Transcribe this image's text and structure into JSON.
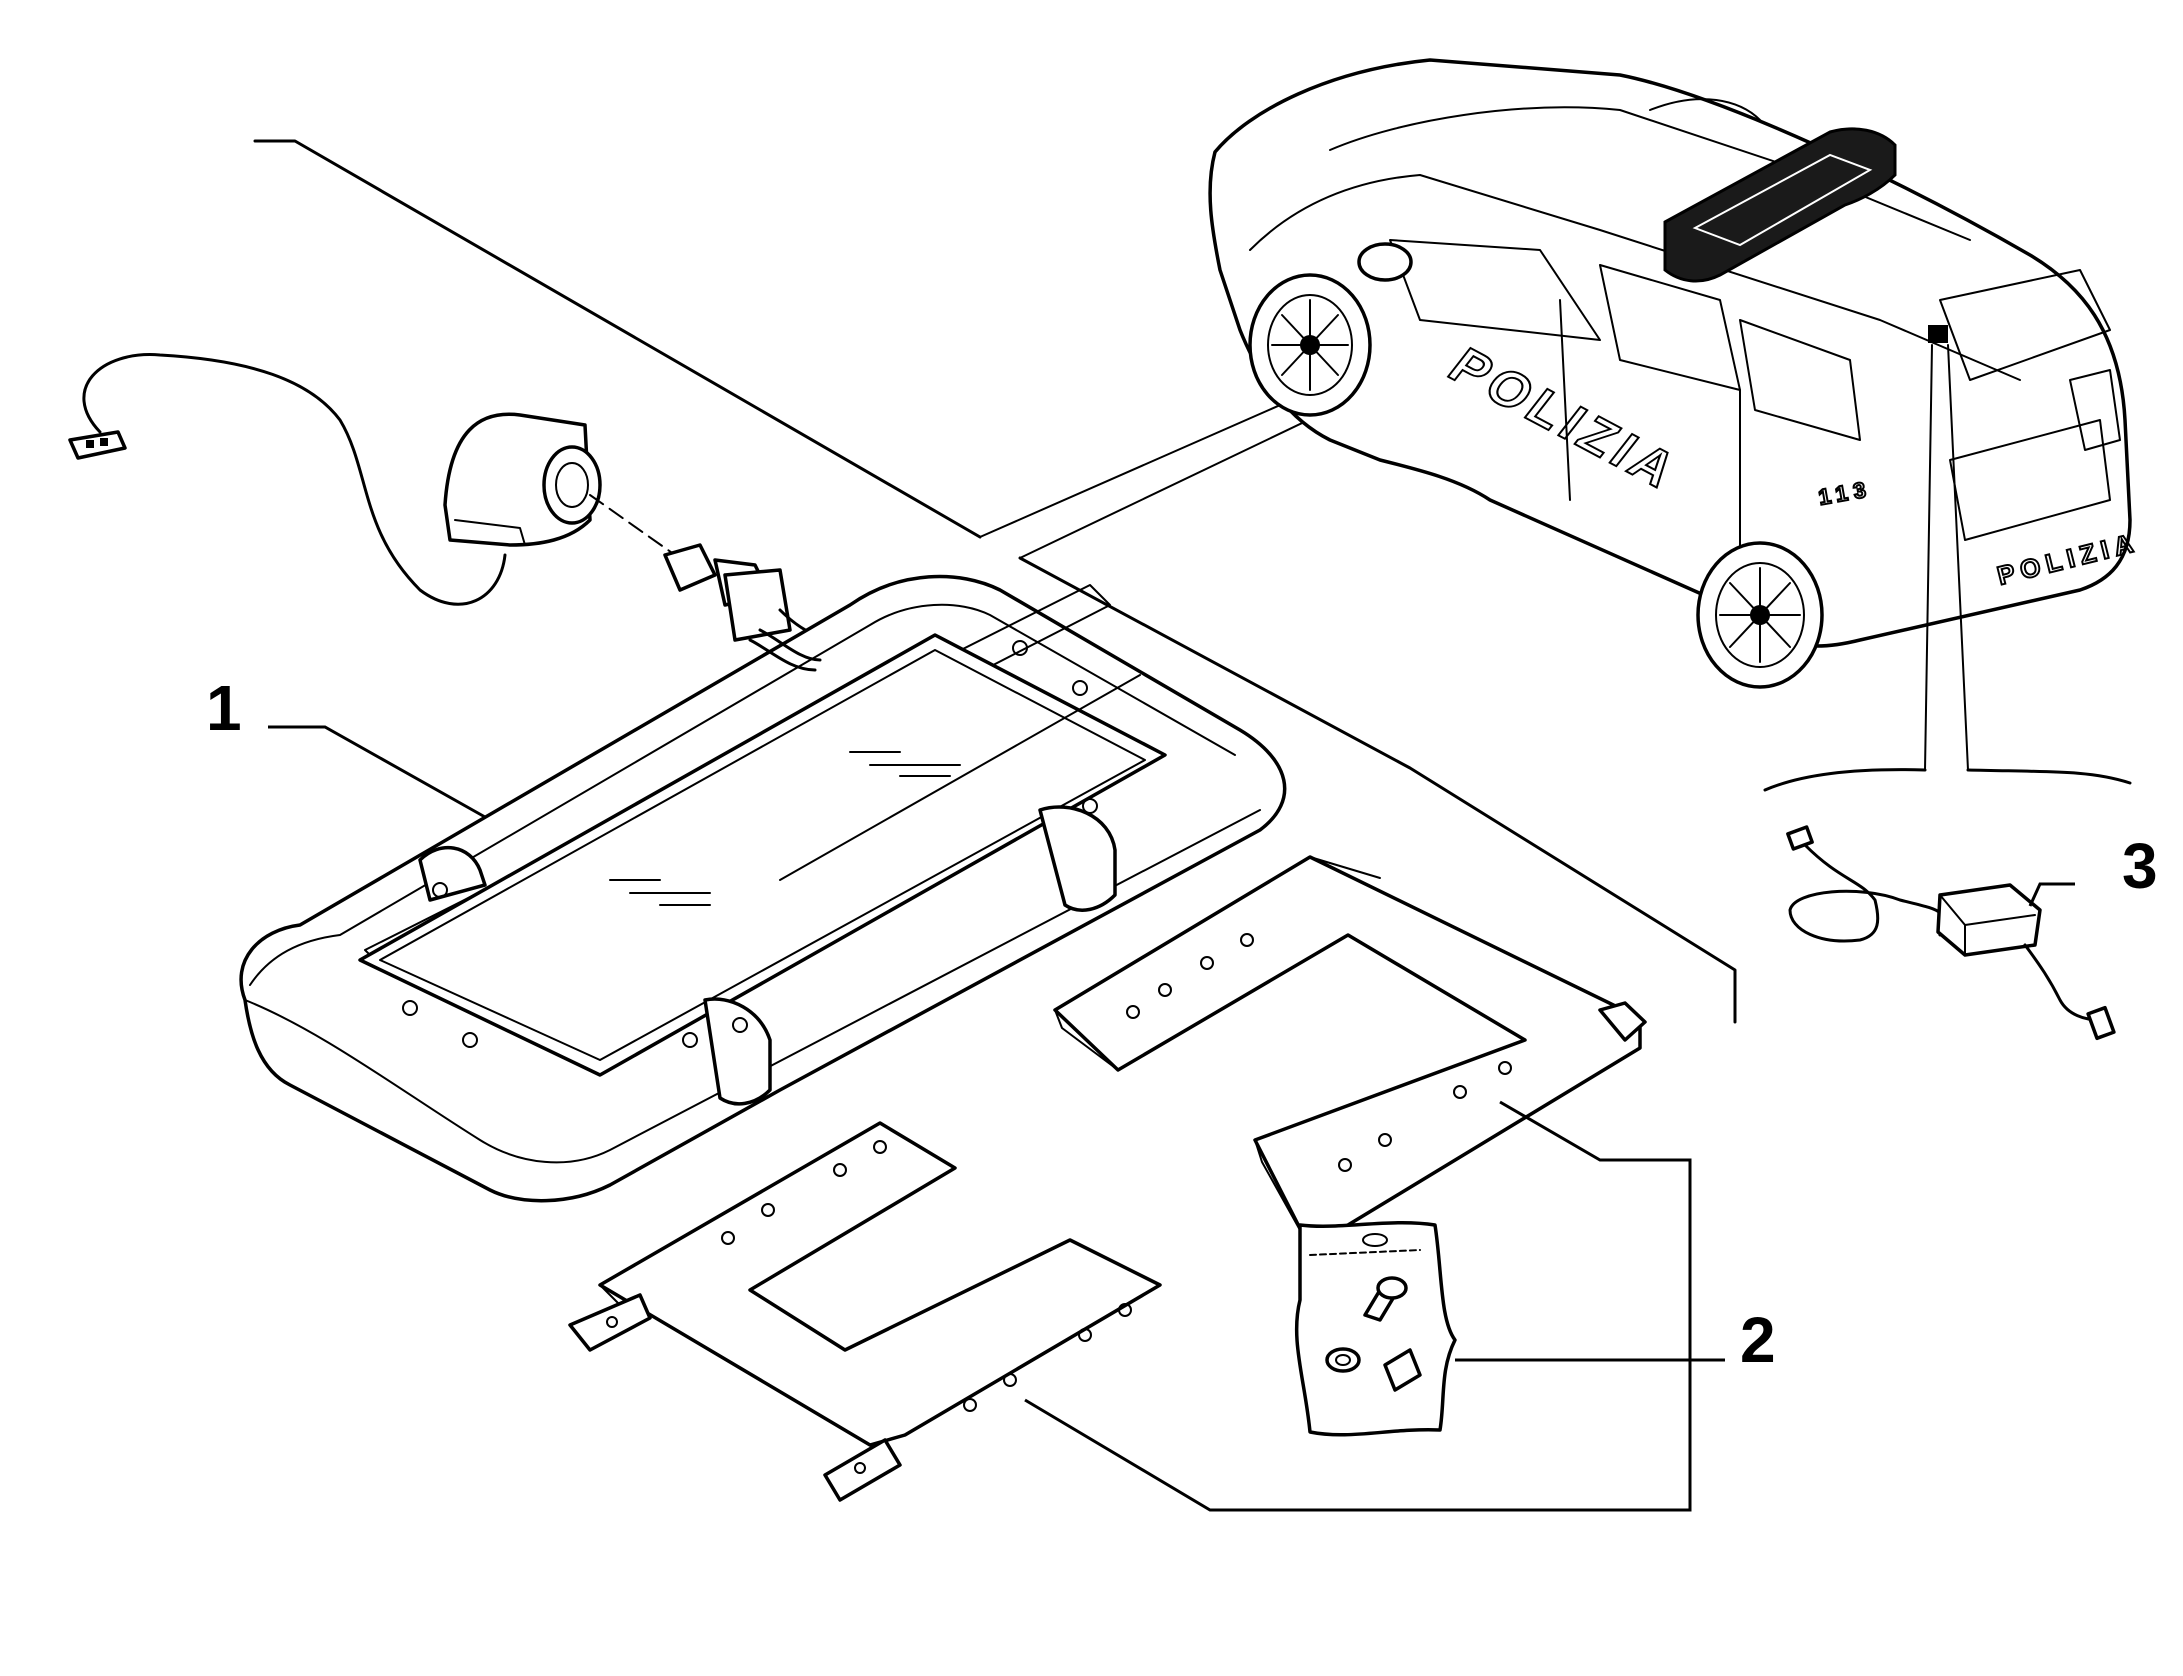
{
  "callouts": [
    {
      "id": "1",
      "label": "1"
    },
    {
      "id": "2",
      "label": "2"
    },
    {
      "id": "3",
      "label": "3"
    }
  ],
  "vehicle": {
    "side_text": "POLIZIA",
    "rear_text": "POLIZIA",
    "badge_text": "113"
  }
}
